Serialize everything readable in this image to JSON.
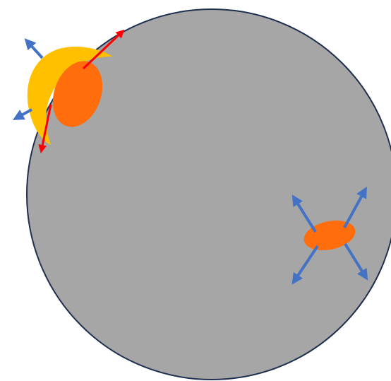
{
  "colors": {
    "background": "#ffffff",
    "large_circle_fill": "#a6a6a6",
    "large_circle_stroke": "#1f2f4f",
    "crescent_fill": "#ffc000",
    "blob_fill": "#ff6d0d",
    "arrow_blue": "#4472c4",
    "arrow_red": "#ff0000"
  },
  "elements": {
    "large_circle": "large-gray-circle",
    "crescent": "yellow-crescent",
    "blob_top_left": "orange-blob",
    "blob_right": "orange-ellipse",
    "arrows_blue_count": 6,
    "arrows_red_count": 2
  }
}
